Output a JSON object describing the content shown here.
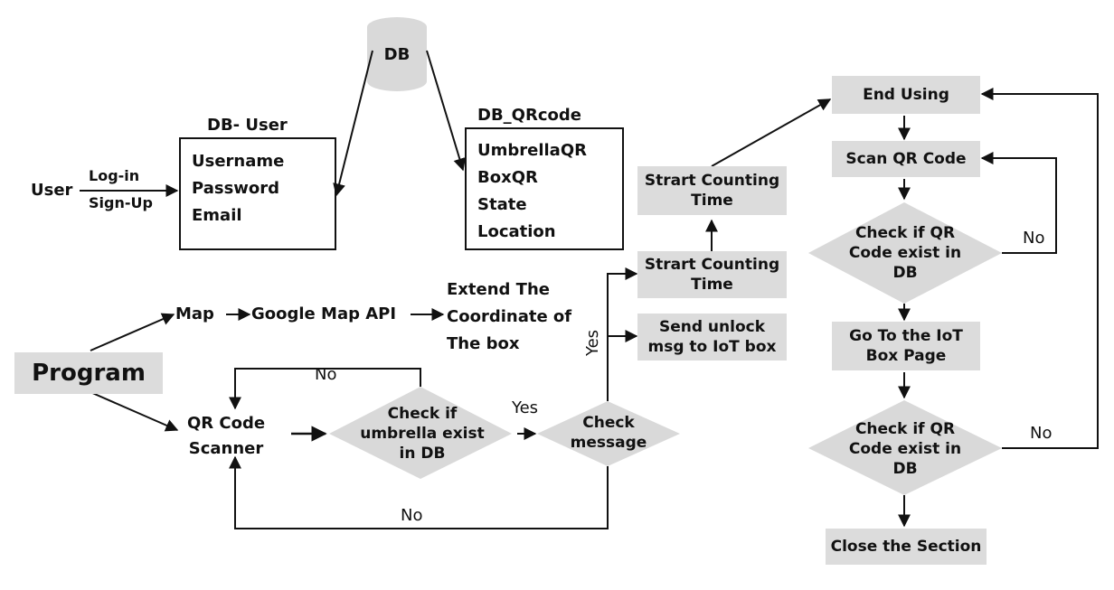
{
  "db": {
    "cylinder_label": "DB",
    "user_title": "DB- User",
    "user_fields": [
      "Username",
      "Password",
      "Email"
    ],
    "qr_title": "DB_QRcode",
    "qr_fields": [
      "UmbrellaQR",
      "BoxQR",
      "State",
      "Location"
    ]
  },
  "login": {
    "user": "User",
    "login": "Log-in",
    "signup": "Sign-Up"
  },
  "program": {
    "label": "Program",
    "map": "Map",
    "google_api": "Google Map API",
    "extend": [
      "Extend The",
      "Coordinate of",
      "The box"
    ],
    "qr_scanner": [
      "QR Code",
      "Scanner"
    ],
    "check_umbrella": [
      "Check if",
      "umbrella exist",
      "in DB"
    ],
    "check_message": [
      "Check",
      "message"
    ],
    "start_counting_1": [
      "Strart Counting",
      "Time"
    ],
    "start_counting_2": [
      "Strart Counting",
      "Time"
    ],
    "send_unlock": [
      "Send unlock",
      "msg to IoT box"
    ]
  },
  "right_flow": {
    "end_using": "End Using",
    "scan_qr": "Scan QR Code",
    "check_qr_1": [
      "Check if  QR",
      "Code exist in",
      "DB"
    ],
    "go_iot": [
      "Go To the IoT",
      "Box Page"
    ],
    "check_qr_2": [
      "Check if  QR",
      "Code exist in",
      "DB"
    ],
    "close": "Close the Section"
  },
  "edge_labels": {
    "yes_1": "Yes",
    "yes_2": "Yes",
    "no_1": "No",
    "no_2": "No",
    "no_3": "No",
    "no_4": "No"
  }
}
